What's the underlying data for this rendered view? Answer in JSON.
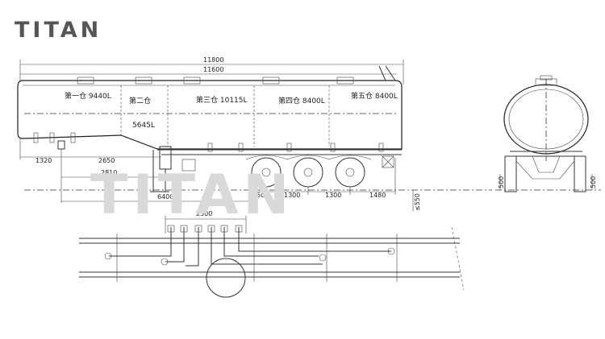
{
  "brand": {
    "logo_text": "TITAN",
    "watermark_text": "TITAN"
  },
  "side_view": {
    "dimensions": {
      "overall_length": "11800",
      "tank_length": "11600",
      "front_overhang": "1320",
      "kingpin_to_leg": "2650",
      "leg_offset": "2810",
      "kingpin_to_axle": "6400",
      "axle_lead": "750",
      "axle_spacing_1": "1300",
      "axle_spacing_2": "1300",
      "rear_overhang": "1480",
      "ground_height": "≤550"
    },
    "compartments": [
      {
        "label": "第一仓 9440L"
      },
      {
        "label": "第二仓"
      },
      {
        "label": "5645L"
      },
      {
        "label": "第三仓 10115L"
      },
      {
        "label": "第四仓 8400L"
      },
      {
        "label": "第五仓 8400L"
      }
    ]
  },
  "end_view": {
    "left_height": "500",
    "right_height": "500"
  },
  "plan_view": {
    "pipe_span": "2500"
  },
  "colors": {
    "line": "#333333",
    "watermark": "#d9d9d9",
    "logo": "#555555"
  }
}
